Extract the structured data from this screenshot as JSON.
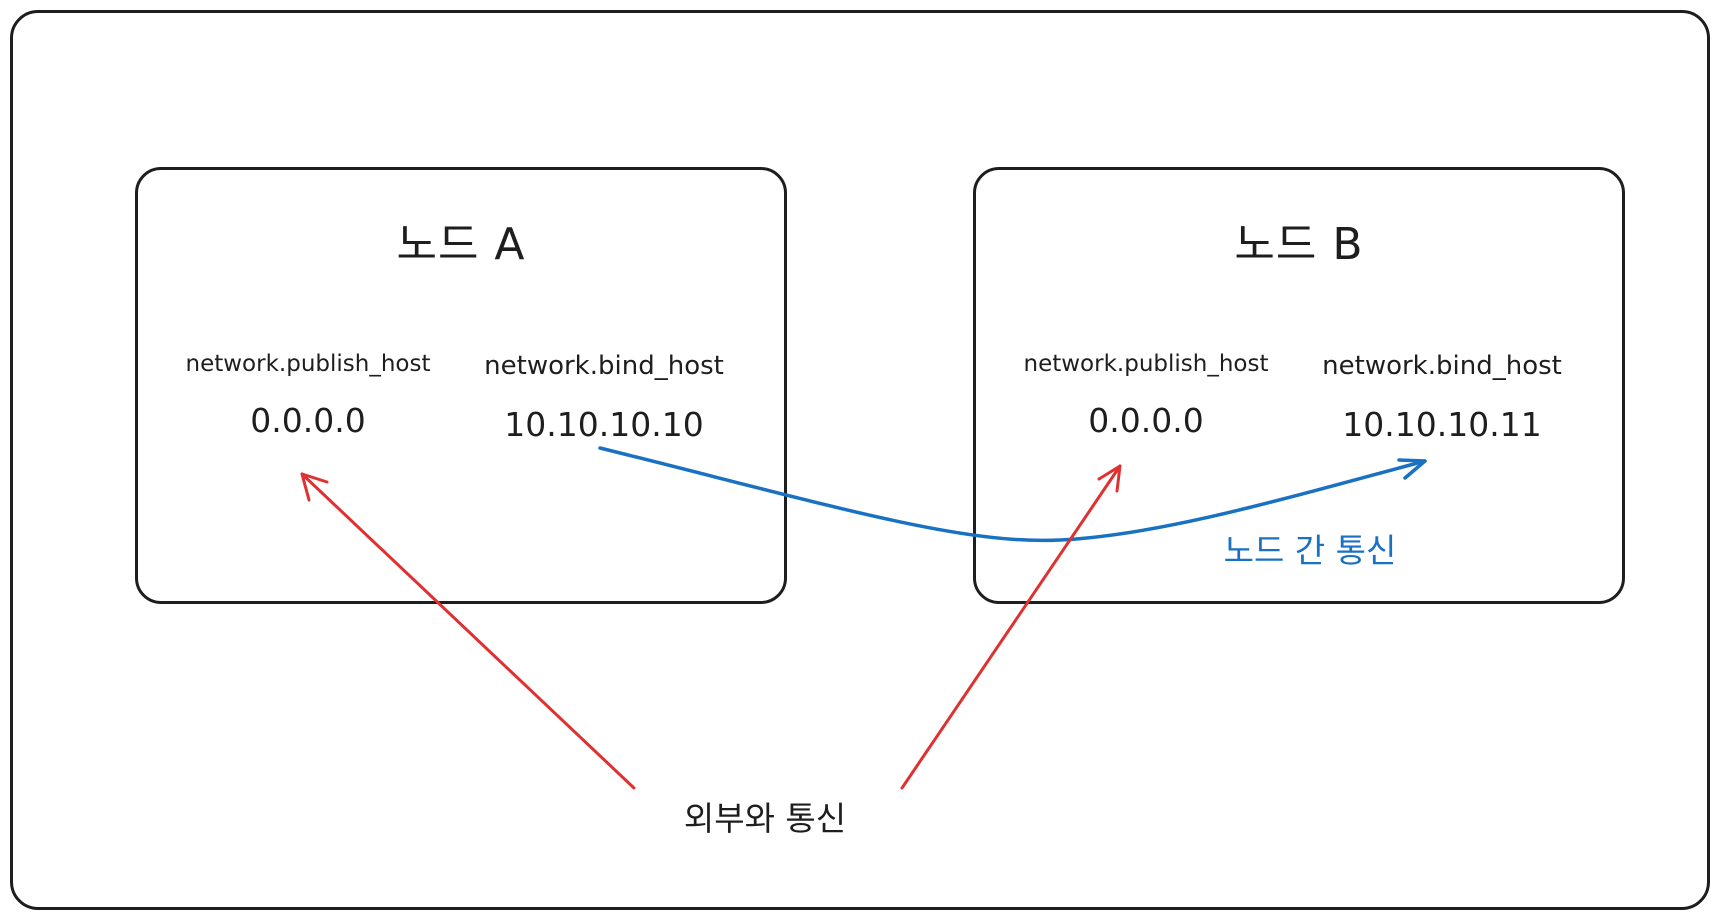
{
  "node_a": {
    "title": "노드 A",
    "publish_label": "network.publish_host",
    "publish_value": "0.0.0.0",
    "bind_label": "network.bind_host",
    "bind_value": "10.10.10.10"
  },
  "node_b": {
    "title": "노드 B",
    "publish_label": "network.publish_host",
    "publish_value": "0.0.0.0",
    "bind_label": "network.bind_host",
    "bind_value": "10.10.10.11"
  },
  "internal_label": "노드 간 통신",
  "external_label": "외부와 통신",
  "colors": {
    "stroke": "#1e1e1e",
    "internal": "#1971c2",
    "external": "#e03131"
  }
}
